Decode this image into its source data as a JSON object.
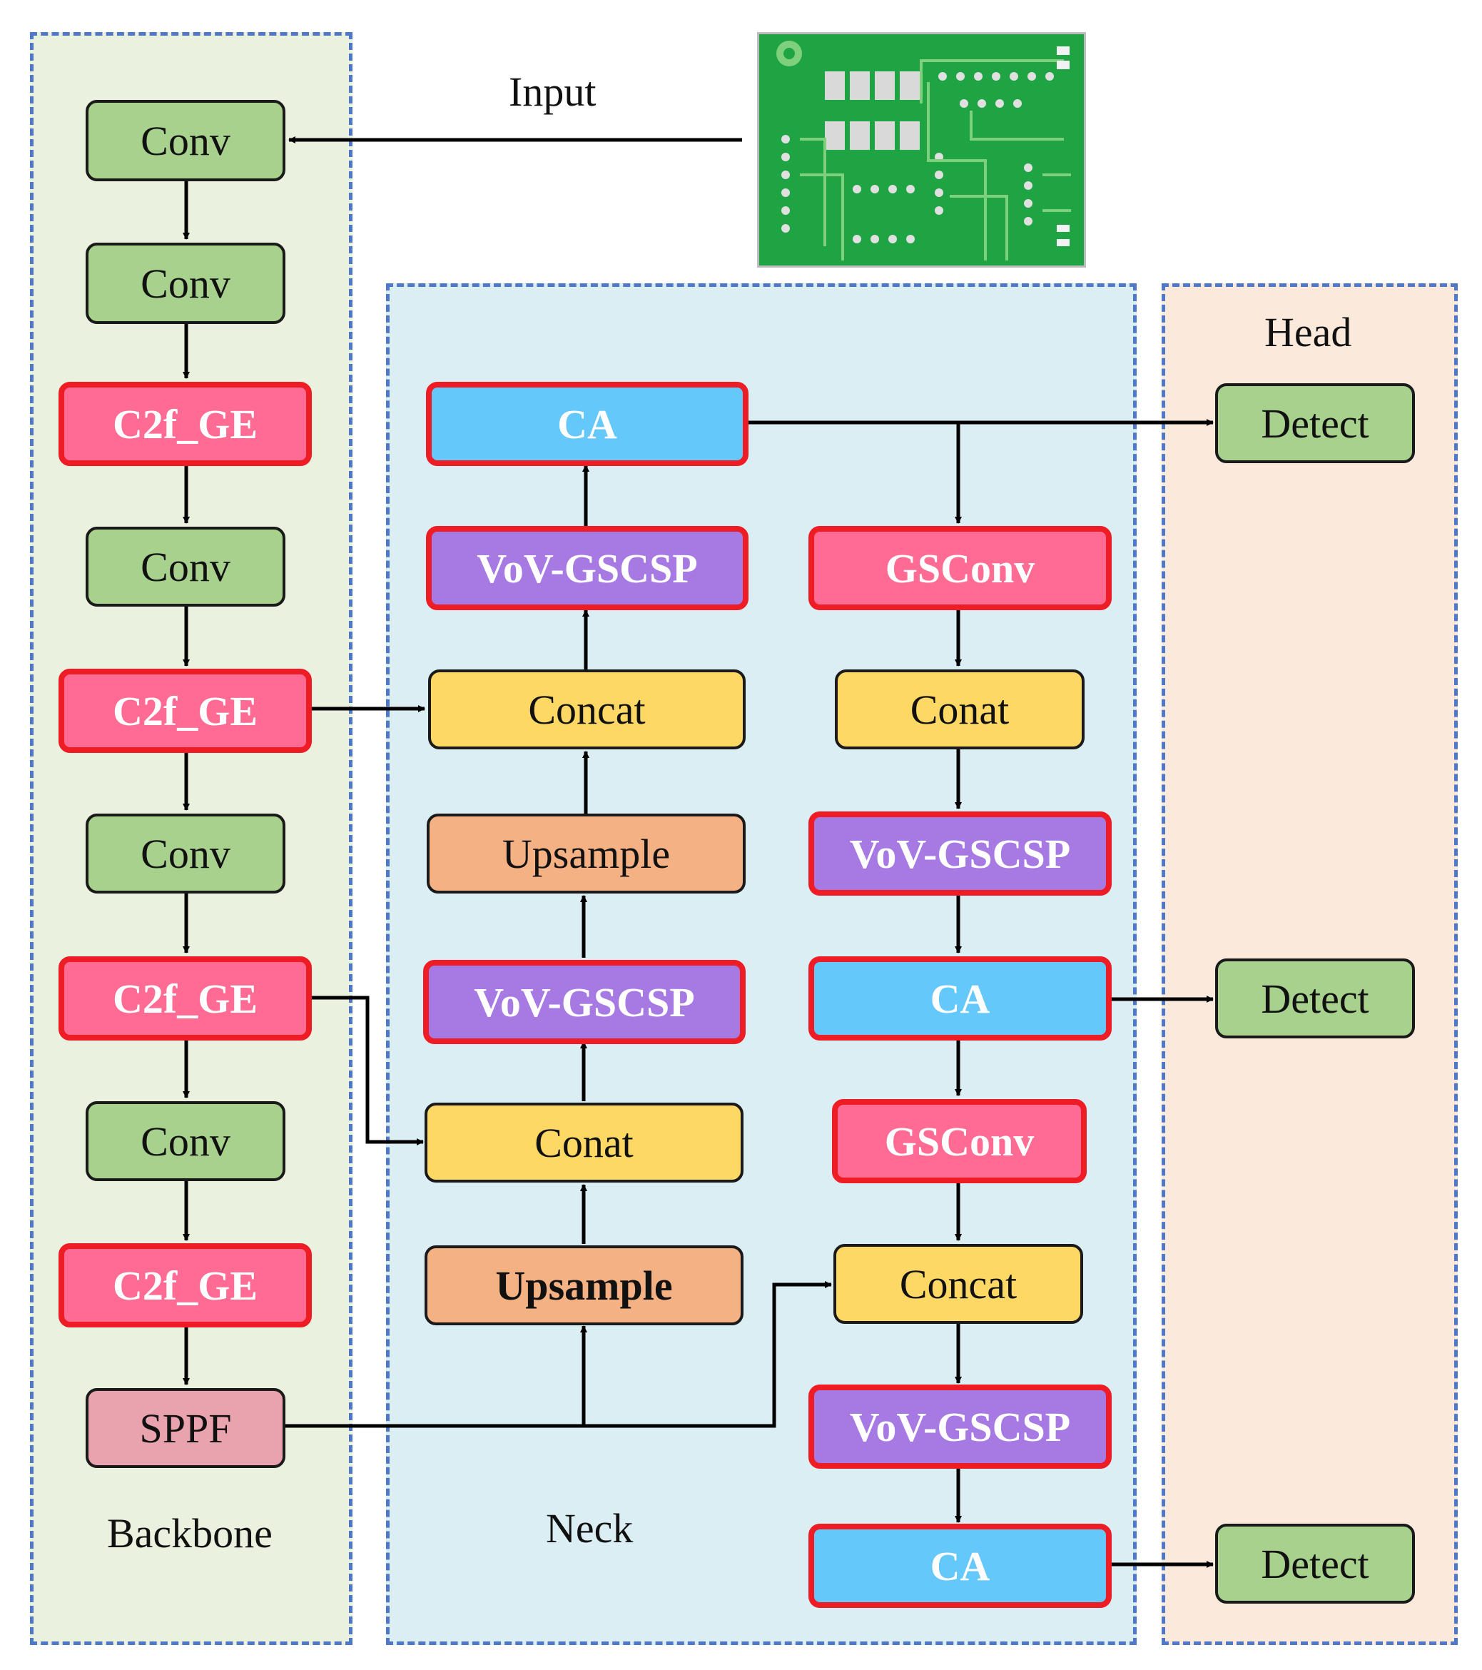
{
  "input_label": "Input",
  "regions": {
    "backbone": "Backbone",
    "neck": "Neck",
    "head": "Head"
  },
  "backbone": {
    "conv1": "Conv",
    "conv2": "Conv",
    "c2f1": "C2f_GE",
    "conv3": "Conv",
    "c2f2": "C2f_GE",
    "conv4": "Conv",
    "c2f3": "C2f_GE",
    "conv5": "Conv",
    "c2f4": "C2f_GE",
    "sppf": "SPPF"
  },
  "neck": {
    "ca_top": "CA",
    "vov_top": "VoV-GSCSP",
    "concat_top": "Concat",
    "upsample_top": "Upsample",
    "vov_mid": "VoV-GSCSP",
    "conat_mid": "Conat",
    "upsample_bottom": "Upsample",
    "gsconv_1": "GSConv",
    "conat_right": "Conat",
    "vov_right1": "VoV-GSCSP",
    "ca_mid": "CA",
    "gsconv_2": "GSConv",
    "concat_right": "Concat",
    "vov_right2": "VoV-GSCSP",
    "ca_bottom": "CA"
  },
  "head": {
    "detect1": "Detect",
    "detect2": "Detect",
    "detect3": "Detect"
  },
  "colors": {
    "region_border": "#4f79c8",
    "backbone_bg": "#ebf1df",
    "neck_bg": "#dbeef4",
    "head_bg": "#fbe9dc",
    "highlight_border": "#ee1c25"
  },
  "input_image": "pcb-board-image"
}
